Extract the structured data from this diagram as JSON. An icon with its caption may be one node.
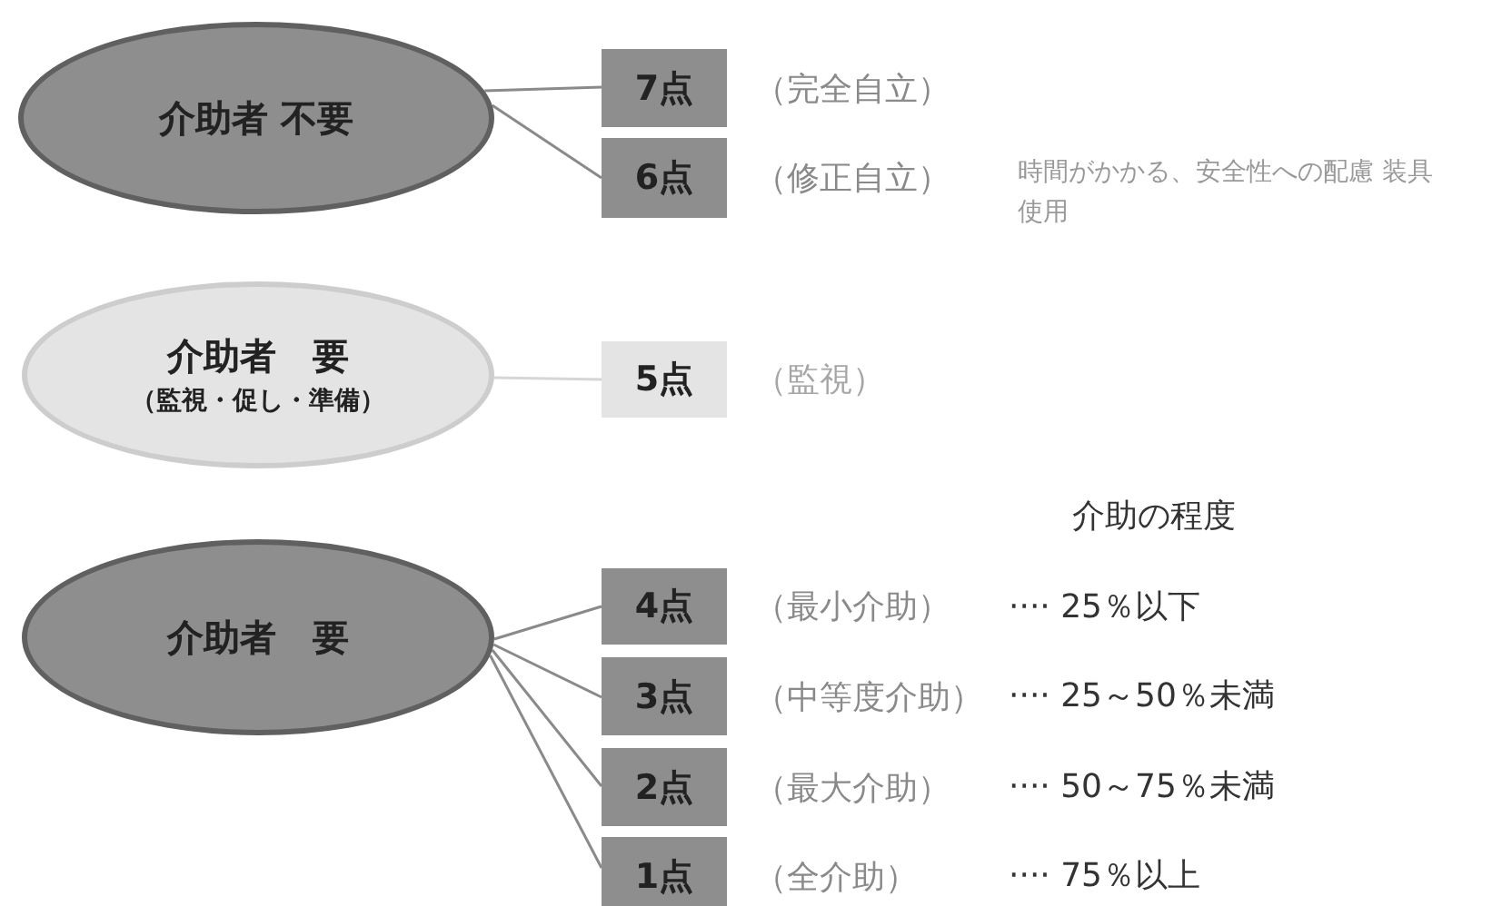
{
  "diagram": {
    "nodes": [
      {
        "text": [
          "介助者 不要"
        ]
      },
      {
        "text": [
          "7点"
        ],
        "beside": [
          "（完全自立）"
        ]
      },
      {
        "text": [
          "6点"
        ],
        "beside": [
          "（修正自立）",
          "時間がかかる、安全性への配慮 装具使用"
        ]
      },
      {
        "text": [
          "介助者　要",
          "（監視・促し・準備）"
        ]
      },
      {
        "text": [
          "5点"
        ],
        "beside": [
          "（監視）"
        ]
      },
      {
        "text": [
          "介助者　要"
        ]
      },
      {
        "text": [
          "4点"
        ],
        "beside": [
          "（最小介助）"
        ]
      },
      {
        "text": [
          "3点"
        ],
        "beside": [
          "（中等度介助）"
        ]
      },
      {
        "text": [
          "2点"
        ],
        "beside": [
          "（最大介助）"
        ]
      },
      {
        "text": [
          "1点"
        ],
        "beside": [
          "（全介助）"
        ]
      }
    ],
    "edges": [
      {
        "from": 0,
        "to": 1,
        "arrow": "none"
      },
      {
        "from": 0,
        "to": 2,
        "arrow": "none"
      },
      {
        "from": 3,
        "to": 4,
        "arrow": "none"
      },
      {
        "from": 5,
        "to": 6,
        "arrow": "none"
      },
      {
        "from": 5,
        "to": 7,
        "arrow": "none"
      },
      {
        "from": 5,
        "to": 8,
        "arrow": "none"
      },
      {
        "from": 5,
        "to": 9,
        "arrow": "none"
      }
    ],
    "labels": [
      "介助の程度",
      "···· 25％以下",
      "···· 25～50％未満",
      "···· 50～75％未満",
      "···· 75％以上"
    ]
  }
}
